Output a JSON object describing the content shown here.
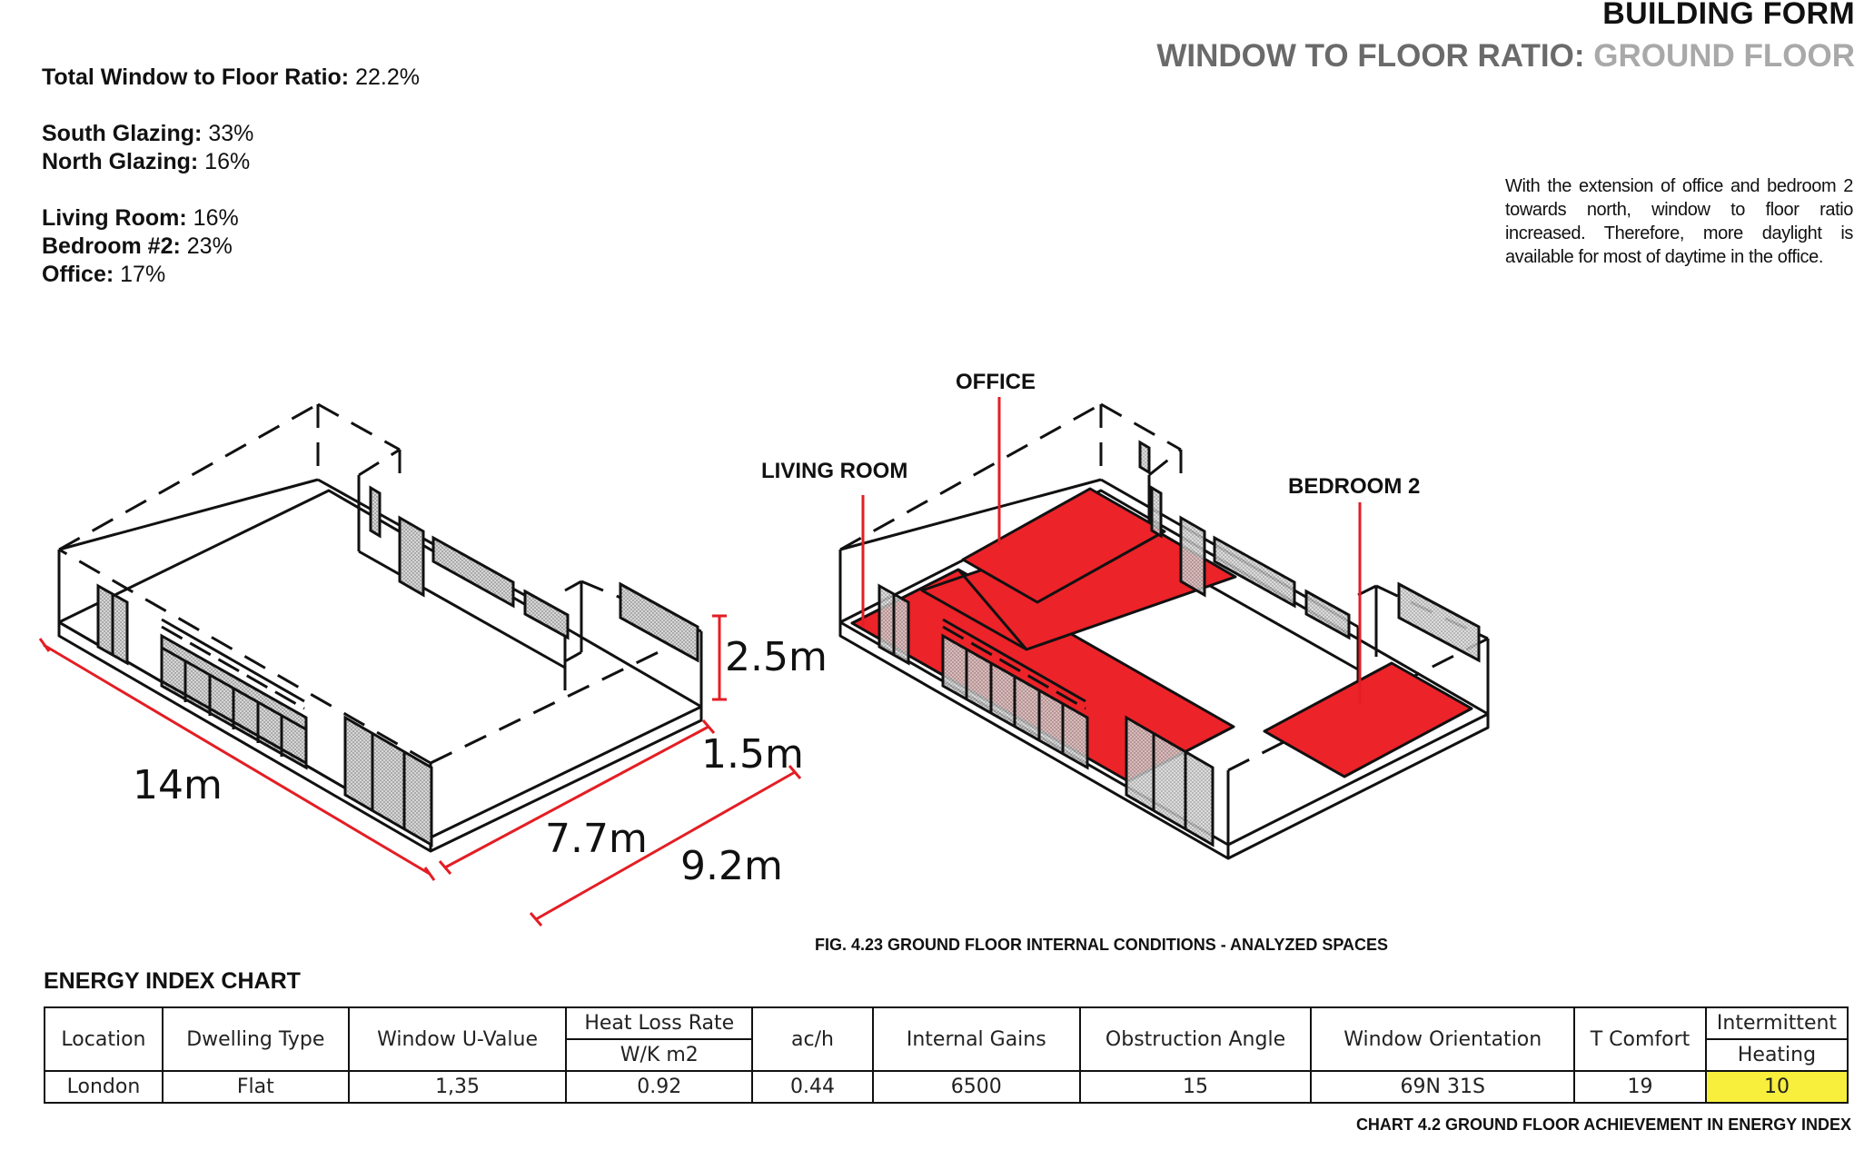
{
  "header": {
    "title": "BUILDING FORM",
    "subtitle_prefix": "WINDOW TO FLOOR RATIO:",
    "subtitle_accent": "GROUND FLOOR"
  },
  "stats": {
    "total": {
      "label": "Total Window to Floor Ratio:",
      "value": "22.2%"
    },
    "south": {
      "label": "South Glazing:",
      "value": "33%"
    },
    "north": {
      "label": "North Glazing:",
      "value": "16%"
    },
    "living": {
      "label": "Living Room:",
      "value": "16%"
    },
    "bedroom": {
      "label": "Bedroom  #2:",
      "value": "23%"
    },
    "office": {
      "label": "Office:",
      "value": "17%"
    }
  },
  "note": "With the extension of office and bedroom 2 towards north, window to floor ratio increased. Therefore, more daylight is available for most of daytime in the office.",
  "diagram": {
    "dim_length": "14m",
    "dim_depth_inner": "7.7m",
    "dim_depth_outer": "9.2m",
    "dim_offset": "1.5m",
    "dim_height": "2.5m",
    "label_office": "OFFICE",
    "label_living": "LIVING ROOM",
    "label_bedroom": "BEDROOM 2",
    "colors": {
      "highlight": "#ec2329",
      "dimension": "#e31e24",
      "window_fill": "#c8c8c8"
    }
  },
  "figure_caption": "FIG. 4.23 GROUND FLOOR INTERNAL CONDITIONS - ANALYZED SPACES",
  "chart_title": "ENERGY INDEX CHART",
  "chart_caption": "CHART 4.2 GROUND FLOOR ACHIEVEMENT IN ENERGY INDEX",
  "table": {
    "headers": {
      "location": "Location",
      "dwelling": "Dwelling Type",
      "uvalue": "Window U-Value",
      "heatloss_top": "Heat Loss Rate",
      "heatloss_bottom": "W/K m2",
      "ach": "ac/h",
      "gains": "Internal Gains",
      "obstruction": "Obstruction Angle",
      "orientation": "Window Orientation",
      "tcomfort": "T Comfort",
      "intermittent_top": "Intermittent",
      "intermittent_bottom": "Heating"
    },
    "row": {
      "location": "London",
      "dwelling": "Flat",
      "uvalue": "1,35",
      "heatloss": "0.92",
      "ach": "0.44",
      "gains": "6500",
      "obstruction": "15",
      "orientation": "69N 31S",
      "tcomfort": "19",
      "intermittent": "10"
    },
    "highlight_color": "#f7ef3c"
  }
}
